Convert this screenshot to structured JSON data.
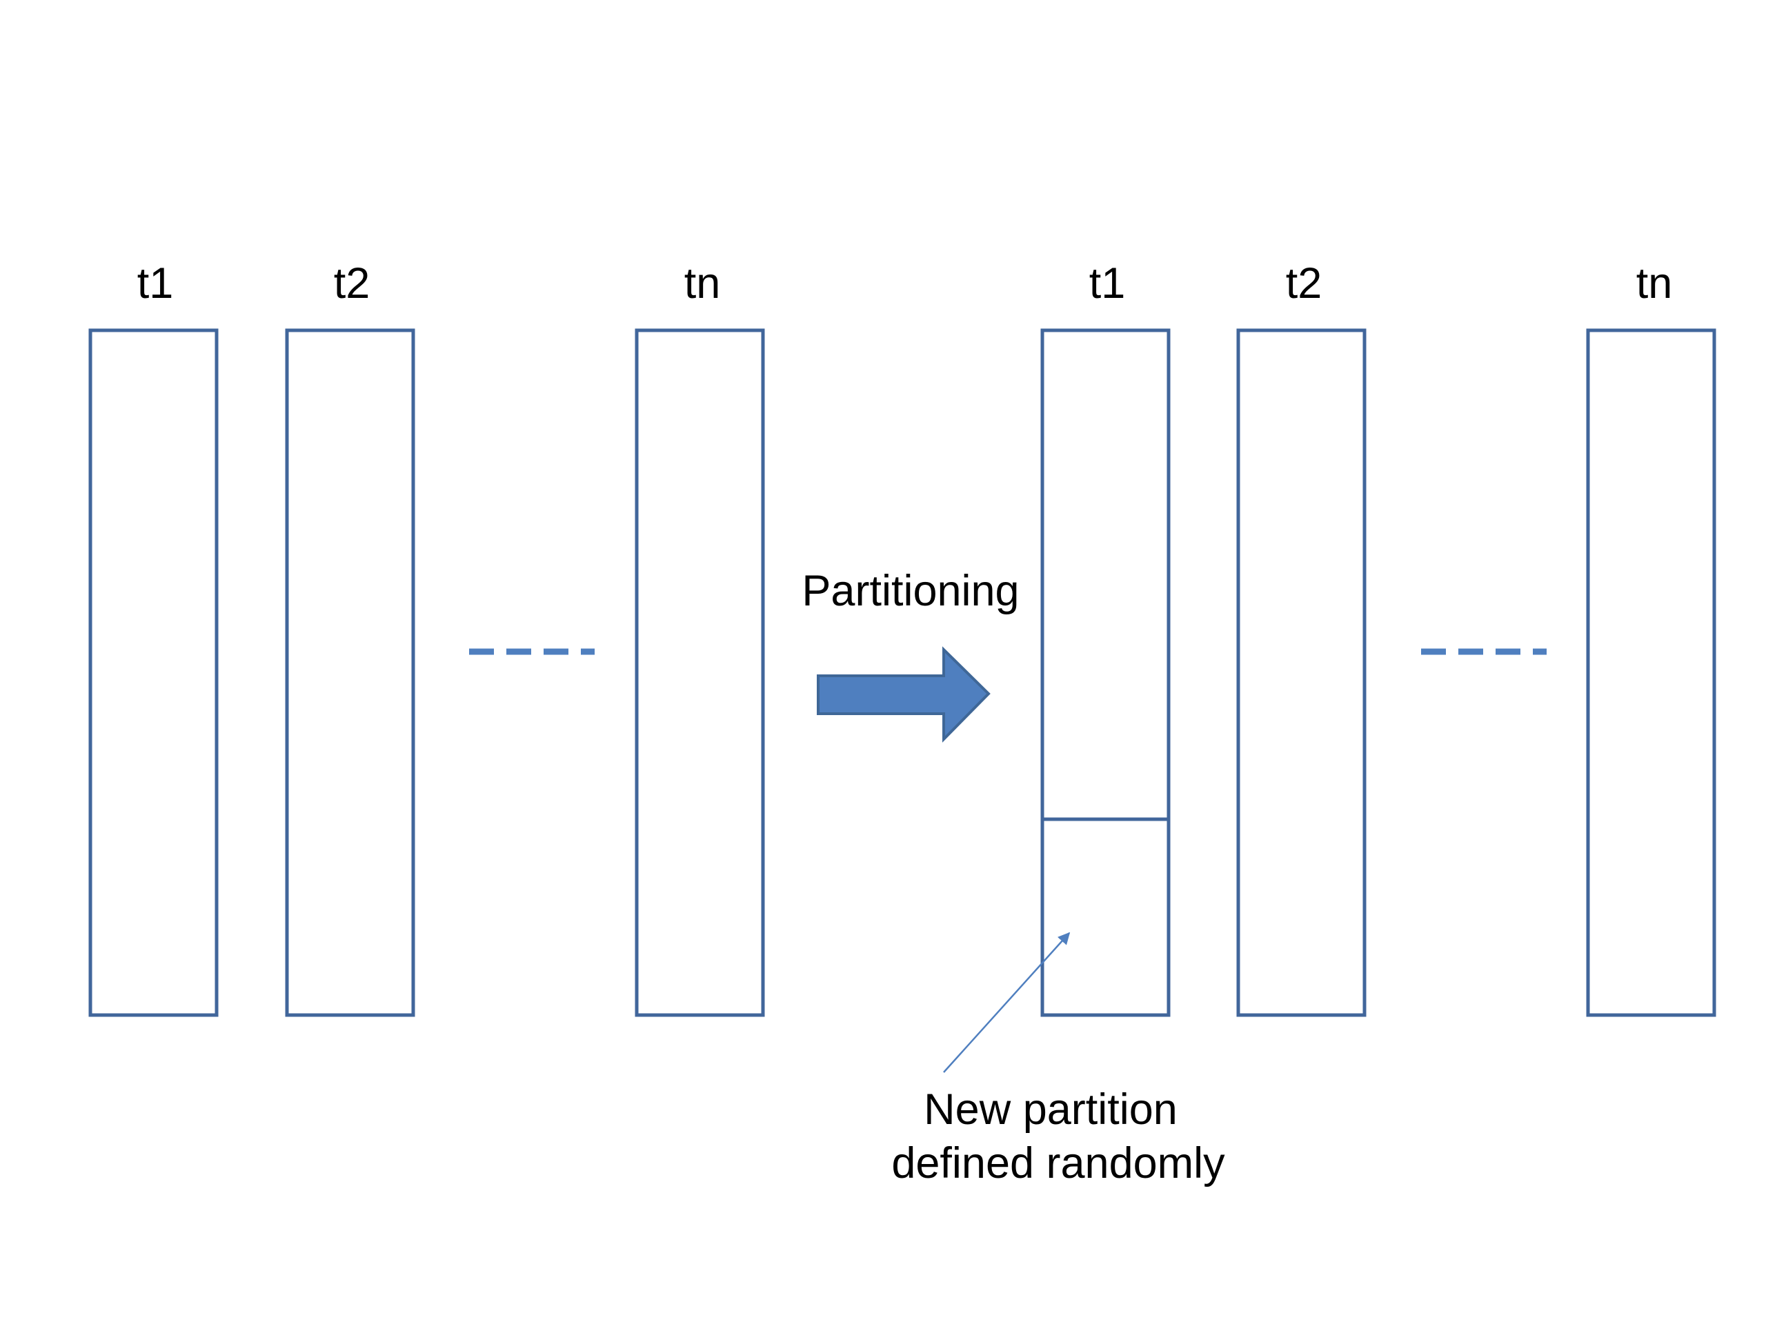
{
  "left_group": {
    "labels": [
      "t1",
      "t2",
      "tn"
    ]
  },
  "right_group": {
    "labels": [
      "t1",
      "t2",
      "tn"
    ]
  },
  "arrow": {
    "label": "Partitioning"
  },
  "annotation": {
    "line1": "New partition",
    "line2": "defined randomly"
  },
  "colors": {
    "box_stroke": "#41669b",
    "arrow_fill": "#4f7fbf",
    "arrow_stroke": "#3f6797",
    "dash": "#4f7fbf"
  }
}
